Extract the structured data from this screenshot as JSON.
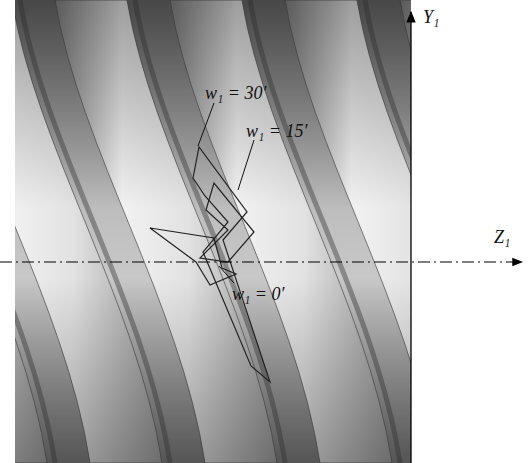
{
  "diagram": {
    "labels": [
      "Y₁",
      "Z₁",
      "w₁ = 30′",
      "w₁ = 15′",
      "w₁ = 0′"
    ]
  }
}
